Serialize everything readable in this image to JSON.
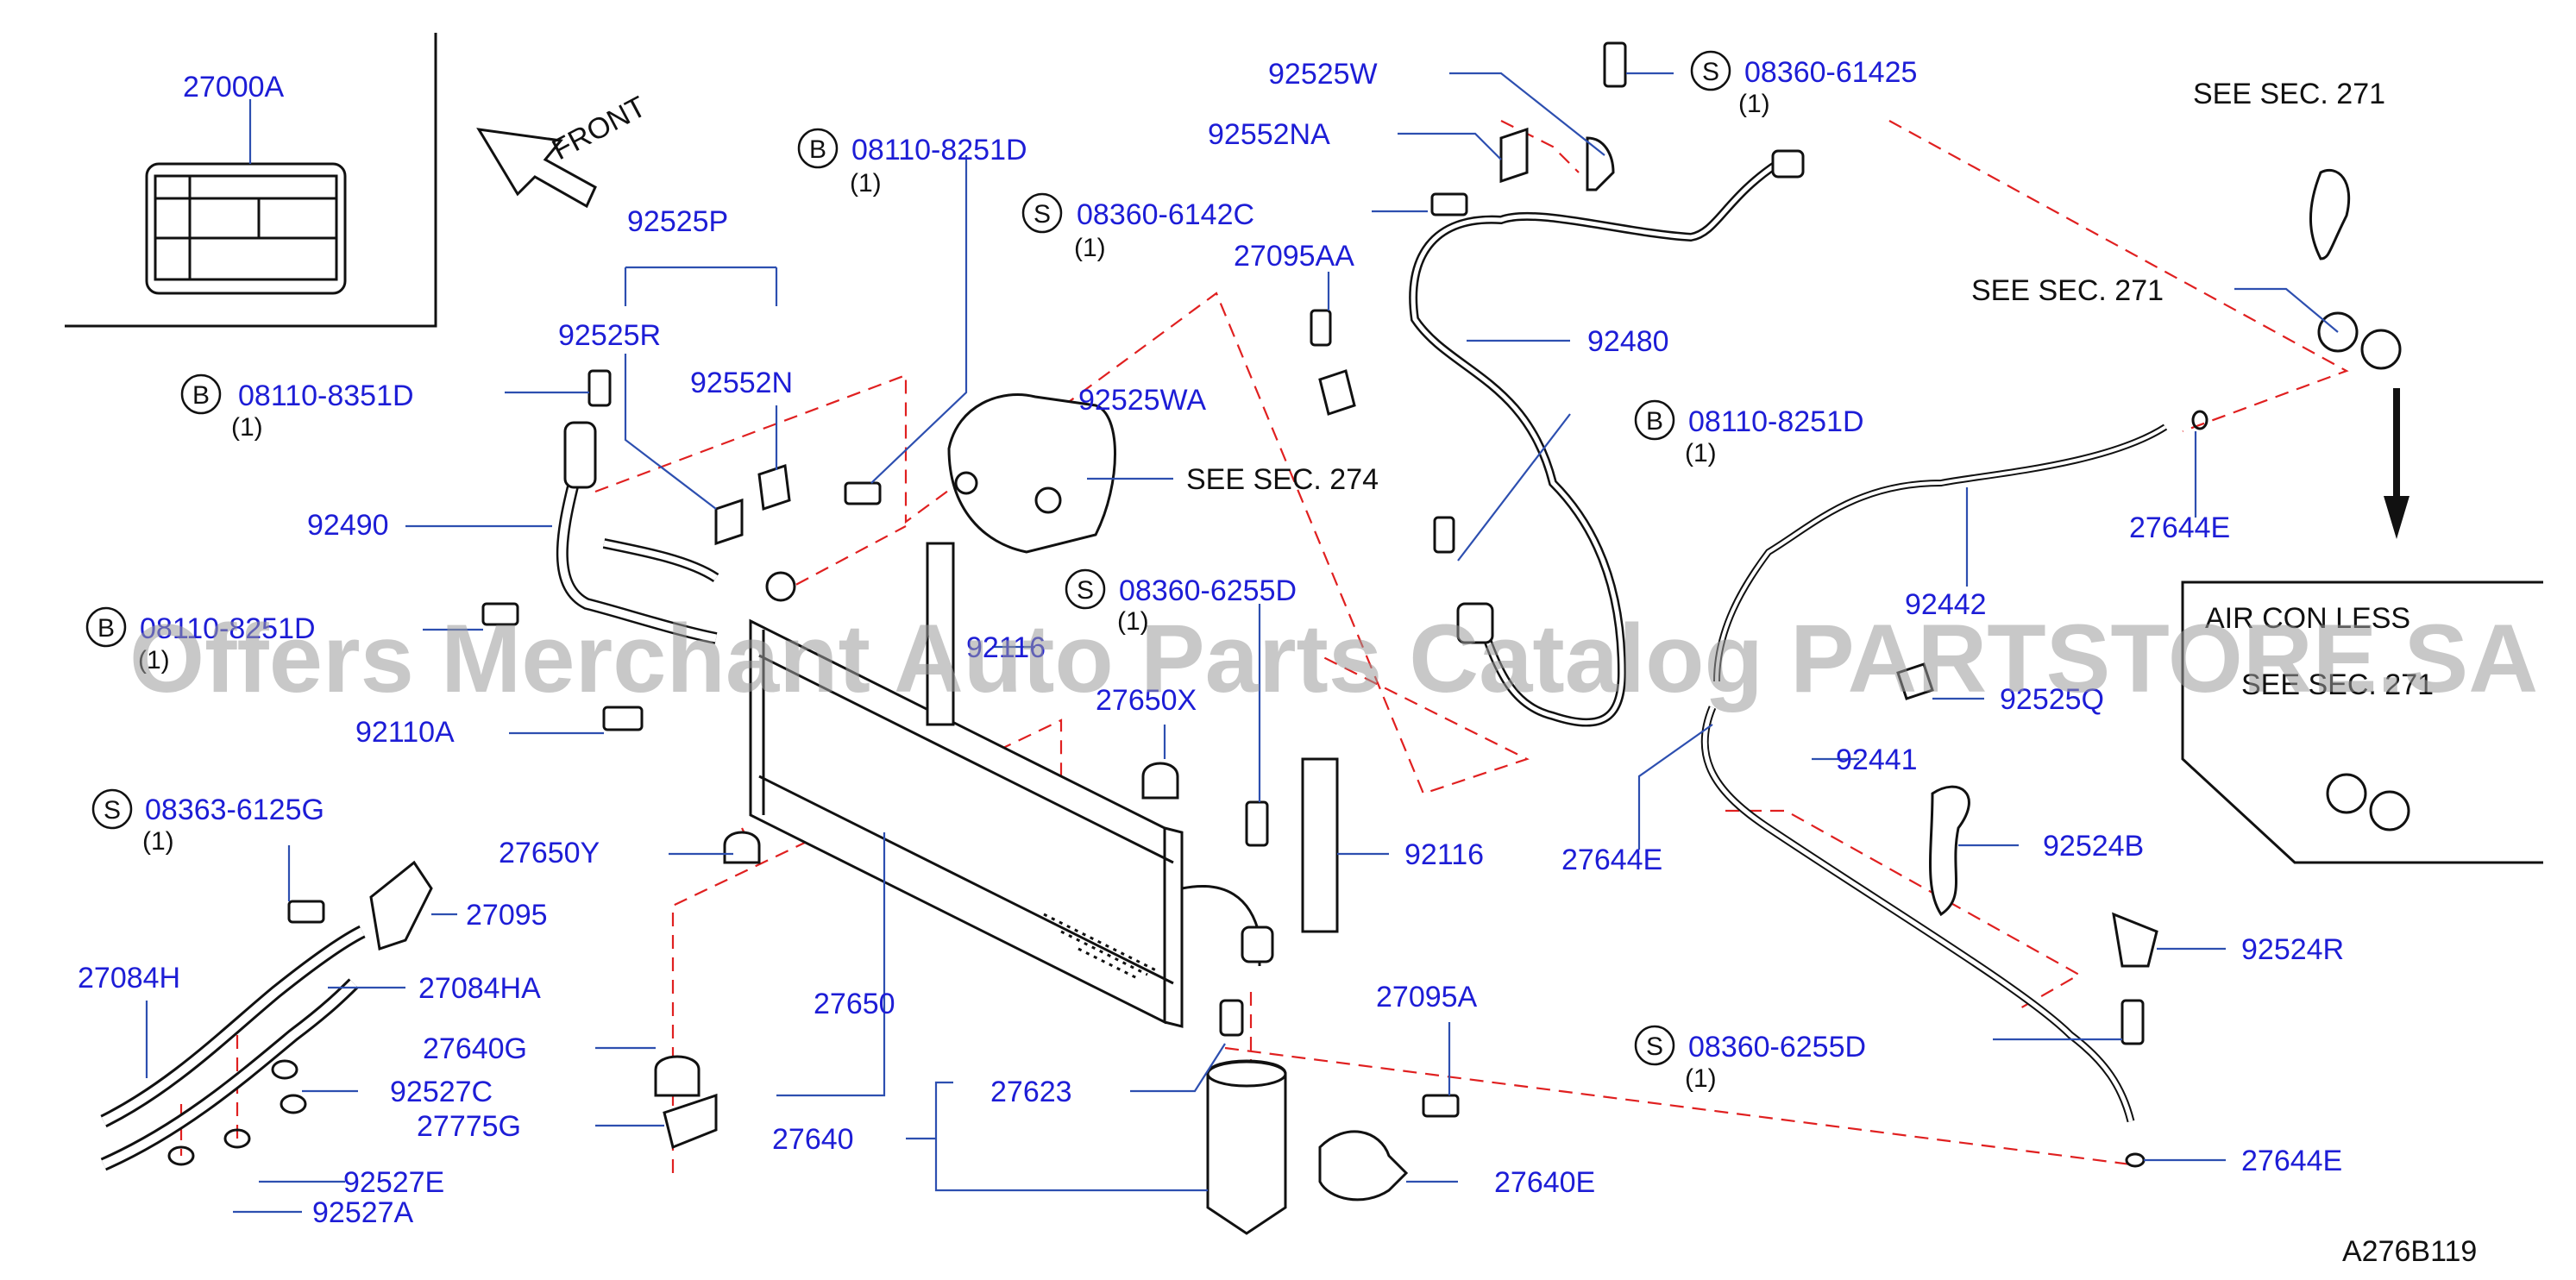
{
  "diagram_code": "A276B119",
  "watermark": "Offers Merchant Auto Parts Catalog PARTSTORE.SA",
  "front_label": "FRONT",
  "callouts": {
    "p27000A": "27000A",
    "p92525P": "92525P",
    "p92525R": "92525R",
    "p92552N": "92552N",
    "b08110_8351D": "08110-8351D",
    "p92490": "92490",
    "b08110_8251D_left": "08110-8251D",
    "p92110A": "92110A",
    "s08363_6125G": "08363-6125G",
    "p27095": "27095",
    "p27084H": "27084H",
    "p27084HA": "27084HA",
    "p27640G": "27640G",
    "p92527C": "92527C",
    "p27775G": "27775G",
    "p92527E": "92527E",
    "p92527A": "92527A",
    "p27640": "27640",
    "p27650Y": "27650Y",
    "p27650": "27650",
    "b08110_8251D_top": "08110-8251D",
    "s08360_6142C": "08360-6142C",
    "p92525WA": "92525WA",
    "p27095AA": "27095AA",
    "p92116_upper": "92116",
    "p27650X": "27650X",
    "s08360_6255D_mid": "08360-6255D",
    "p92116": "92116",
    "p27623": "27623",
    "p27095A": "27095A",
    "p27640E": "27640E",
    "p92525W": "92525W",
    "p92552NA": "92552NA",
    "s08360_61425": "08360-61425",
    "p92480": "92480",
    "b08110_8251D_right": "08110-8251D",
    "p27644E_a": "27644E",
    "p92442": "92442",
    "p92525Q": "92525Q",
    "p92441": "92441",
    "p27644E_b": "27644E",
    "p92524B": "92524B",
    "p92524R": "92524R",
    "s08360_6255D_right": "08360-6255D",
    "p27644E_c": "27644E"
  },
  "see_sec": {
    "sec274": "SEE   SEC.  274",
    "sec271_a": "SEE   SEC.  271",
    "sec271_b": "SEE   SEC.  271",
    "sec271_c": "SEE   SEC.  271"
  },
  "air_con_less": "AIR  CON  LESS",
  "quantity": "(1)",
  "marks": {
    "bolt": "B",
    "screw": "S"
  }
}
